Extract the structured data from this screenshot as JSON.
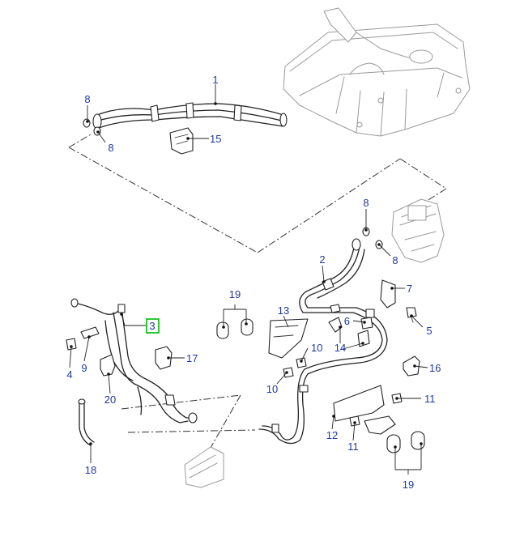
{
  "labels": {
    "l1": "1",
    "l2": "2",
    "l3": "3",
    "l4": "4",
    "l5": "5",
    "l6": "6",
    "l7": "7",
    "l8a": "8",
    "l8b": "8",
    "l8c": "8",
    "l8d": "8",
    "l9": "9",
    "l10a": "10",
    "l10b": "10",
    "l11a": "11",
    "l11b": "11",
    "l12": "12",
    "l13": "13",
    "l14": "14",
    "l15": "15",
    "l16": "16",
    "l17": "17",
    "l18": "18",
    "l19a": "19",
    "l19b": "19",
    "l20": "20"
  },
  "highlight": {
    "label": "3",
    "color": "#19c21f"
  },
  "colors": {
    "label_text": "#1f3a9c",
    "line_art": "#222222",
    "background": "#ffffff"
  }
}
